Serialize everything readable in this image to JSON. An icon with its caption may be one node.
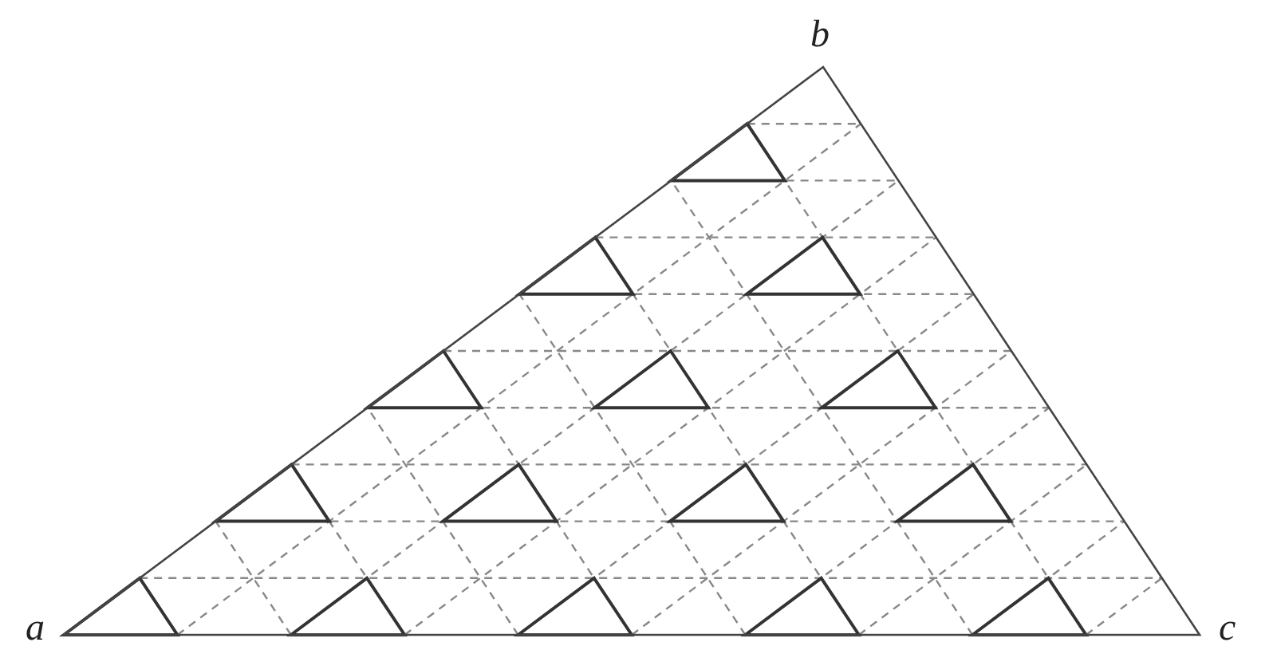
{
  "diagram": {
    "labels": [
      "b",
      "a",
      "c"
    ]
  }
}
